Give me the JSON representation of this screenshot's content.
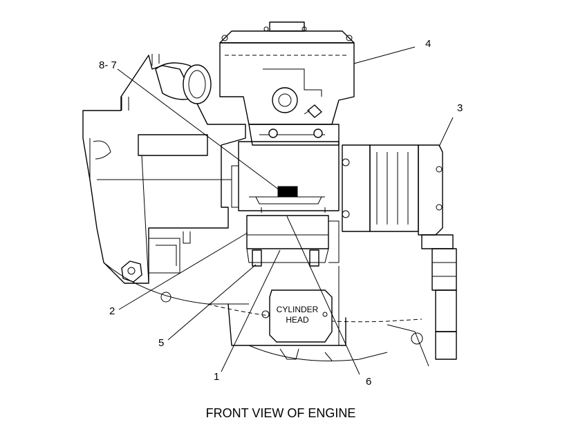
{
  "caption": "FRONT VIEW OF ENGINE",
  "plate": {
    "line1": "CYLINDER",
    "line2": "HEAD"
  },
  "callouts": {
    "c1": "1",
    "c2": "2",
    "c3": "3",
    "c4": "4",
    "c5": "5",
    "c6": "6",
    "c87": "8- 7"
  }
}
